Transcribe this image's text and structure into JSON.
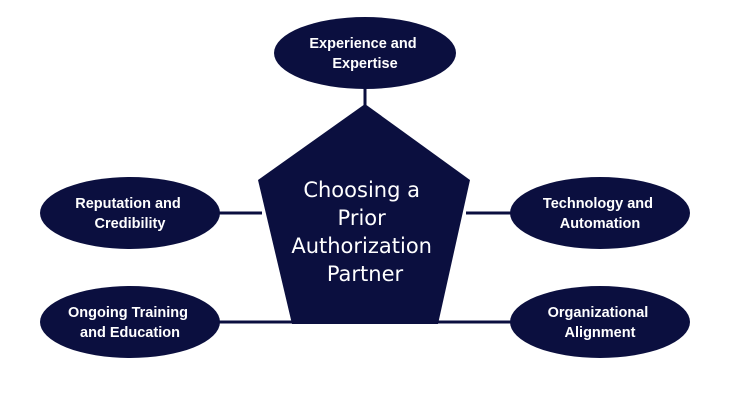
{
  "colors": {
    "node_fill": "#0b0f3f",
    "text": "#ffffff",
    "background": "#ffffff"
  },
  "center": {
    "lines": [
      "Choosing a",
      "Prior",
      "Authorization",
      "Partner"
    ]
  },
  "nodes": {
    "top": {
      "lines": [
        "Experience and",
        "Expertise"
      ]
    },
    "left_upper": {
      "lines": [
        "Reputation and",
        "Credibility"
      ]
    },
    "right_upper": {
      "lines": [
        "Technology and",
        "Automation"
      ]
    },
    "left_lower": {
      "lines": [
        "Ongoing Training",
        "and Education"
      ]
    },
    "right_lower": {
      "lines": [
        "Organizational",
        "Alignment"
      ]
    }
  }
}
